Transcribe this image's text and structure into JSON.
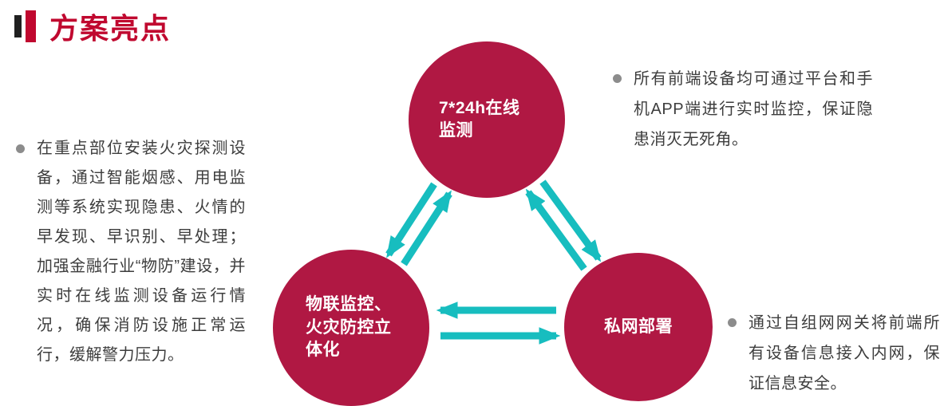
{
  "header": {
    "title": "方案亮点"
  },
  "colors": {
    "accent_red": "#c0082f",
    "accent_dark": "#202020",
    "circle_crimson": "#b01843",
    "arrow_teal": "#17bdbf",
    "text_dark": "#3d3d3d",
    "bullet_gray": "#8c8c8c"
  },
  "diagram": {
    "nodes": [
      {
        "id": "online-monitoring",
        "label": "7*24h在线监测"
      },
      {
        "id": "iot-fire-prevention",
        "label": "物联监控、火灾防控立体化"
      },
      {
        "id": "private-network",
        "label": "私网部署"
      }
    ]
  },
  "bullets": [
    {
      "id": "fire-detection",
      "text": "在重点部位安装火灾探测设备，通过智能烟感、用电监测等系统实现隐患、火情的早发现、早识别、早处理；加强金融行业“物防”建设，并实时在线监测设备运行情况，确保消防设施正常运行，缓解警力压力。"
    },
    {
      "id": "realtime-monitoring",
      "text": "所有前端设备均可通过平台和手机APP端进行实时监控，保证隐患消灭无死角。"
    },
    {
      "id": "intranet-access",
      "text": "通过自组网网关将前端所有设备信息接入内网，保证信息安全。"
    }
  ]
}
